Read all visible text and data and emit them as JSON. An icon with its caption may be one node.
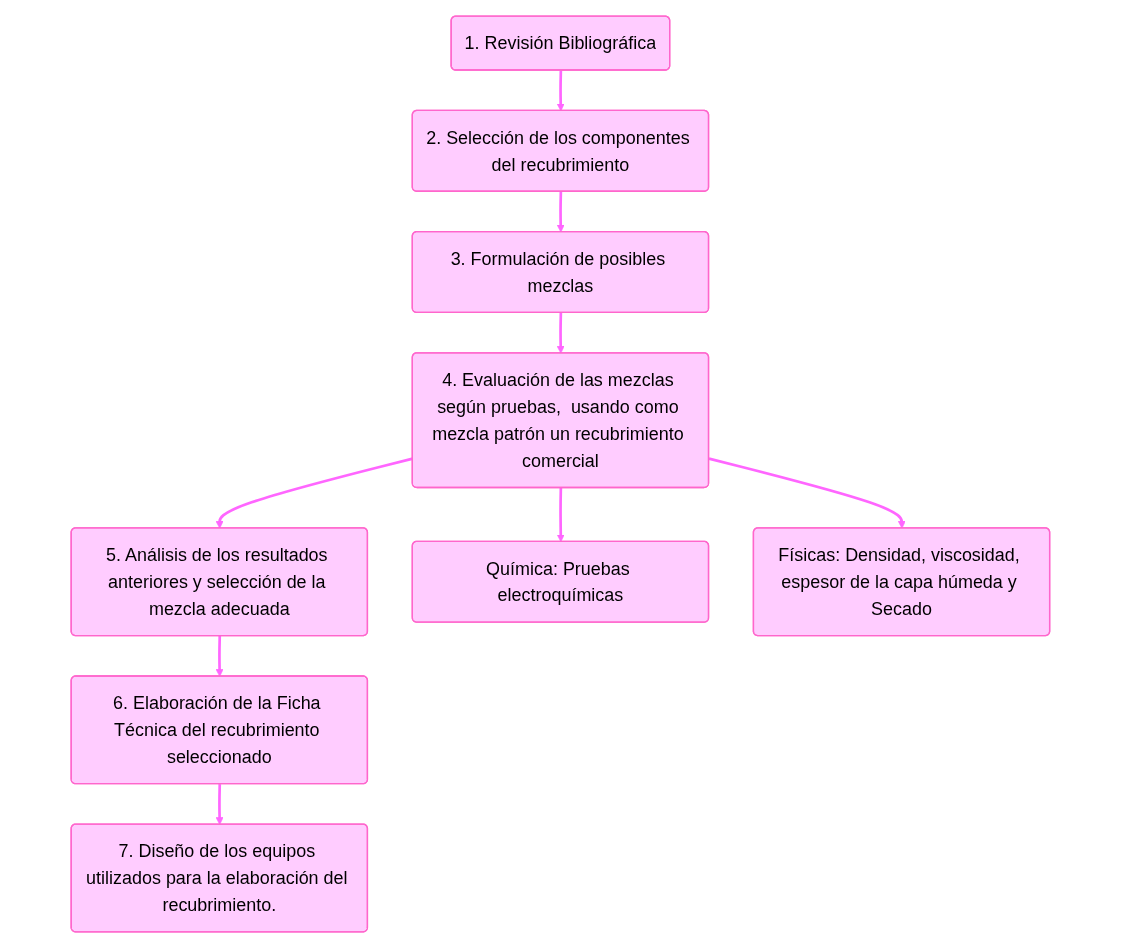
{
  "diagram": {
    "nodes": [
      {
        "text": [
          "1. Revisión Bibliográfica"
        ]
      },
      {
        "text": [
          "2. Selección de los componentes del recubrimiento"
        ]
      },
      {
        "text": [
          "3. Formulación de posibles mezclas"
        ]
      },
      {
        "text": [
          "4. Evaluación de las mezclas según pruebas,  usando como mezcla patrón un recubrimiento comercial"
        ]
      },
      {
        "text": [
          "5. Análisis de los resultados anteriores y selección de la mezcla adecuada"
        ]
      },
      {
        "text": [
          "6. Elaboración de la Ficha Técnica del recubrimiento seleccionado"
        ]
      },
      {
        "text": [
          "7. Diseño de los equipos utilizados para la elaboración del recubrimiento."
        ]
      },
      {
        "text": [
          "Química: Pruebas electroquímicas"
        ]
      },
      {
        "text": [
          "Físicas: Densidad, viscosidad, espesor de la capa húmeda y Secado"
        ]
      }
    ],
    "edges": [
      {
        "from": 0,
        "to": 1,
        "arrow": "to"
      },
      {
        "from": 1,
        "to": 2,
        "arrow": "to"
      },
      {
        "from": 2,
        "to": 3,
        "arrow": "to"
      },
      {
        "from": 3,
        "to": 4,
        "arrow": "to"
      },
      {
        "from": 4,
        "to": 5,
        "arrow": "to"
      },
      {
        "from": 5,
        "to": 6,
        "arrow": "to"
      },
      {
        "from": 3,
        "to": 7,
        "arrow": "to"
      },
      {
        "from": 3,
        "to": 8,
        "arrow": "to"
      }
    ]
  }
}
